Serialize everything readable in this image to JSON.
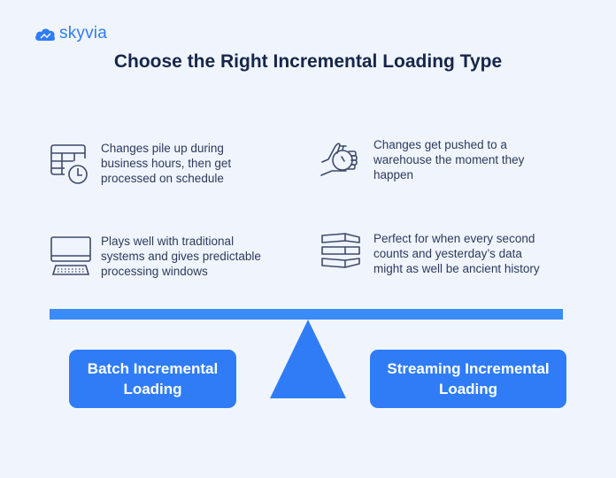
{
  "brand": {
    "name": "skyvia",
    "icon": "cloud-logo-icon",
    "color": "#2f7cf6"
  },
  "title": "Choose the Right Incremental Loading Type",
  "features": [
    {
      "icon": "table-clock-icon",
      "text": "Changes pile up during business hours, then get processed on schedule",
      "lines": [
        "Changes pile up during",
        "business hours, then get",
        "processed on schedule"
      ]
    },
    {
      "icon": "hand-stopwatch-icon",
      "text": "Changes get pushed to a warehouse the moment they happen",
      "lines": [
        "Changes get pushed to a",
        "warehouse the moment they",
        "happen"
      ]
    },
    {
      "icon": "desktop-computer-icon",
      "text": "Plays well with traditional systems and gives predictable processing windows",
      "lines": [
        "Plays well with traditional",
        "systems and gives predictable",
        "processing windows"
      ]
    },
    {
      "icon": "stacked-layers-icon",
      "text": "Perfect for when every second counts and yesterday's data might as well be ancient history",
      "lines": [
        "Perfect for when every second",
        "counts and yesterday’s data",
        "might as well be ancient history"
      ]
    }
  ],
  "options": [
    {
      "label": "Batch Incremental Loading",
      "lines": [
        "Batch Incremental",
        "Loading"
      ]
    },
    {
      "label": "Streaming Incremental Loading",
      "lines": [
        "Streaming Incremental",
        "Loading"
      ]
    }
  ],
  "colors": {
    "background": "#f0f5fd",
    "accent": "#2f7cf6",
    "beam": "#3b8bfa",
    "title": "#16264a",
    "body_text": "#2c3a5c",
    "icon_stroke": "#3d4a6b"
  }
}
